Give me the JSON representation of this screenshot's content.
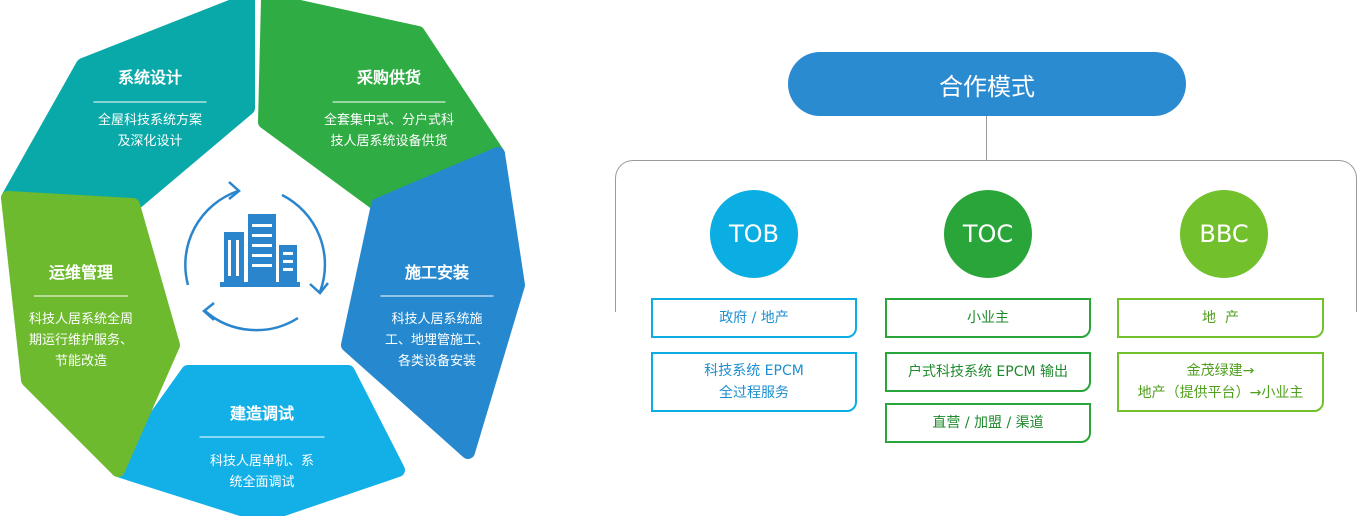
{
  "cycle": {
    "colors": {
      "design": "#08a9a8",
      "procurement": "#2fac44",
      "install": "#2689cf",
      "commission": "#13b0e8",
      "operation": "#6dba2e",
      "icon": "#2a85cc"
    },
    "segments": [
      {
        "title": "系统设计",
        "lines": [
          "全屋科技系统方案",
          "及深化设计"
        ]
      },
      {
        "title": "采购供货",
        "lines": [
          "全套集中式、分户式科",
          "技人居系统设备供货"
        ]
      },
      {
        "title": "施工安装",
        "lines": [
          "科技人居系统施",
          "工、地埋管施工、",
          "各类设备安装"
        ]
      },
      {
        "title": "建造调试",
        "lines": [
          "科技人居单机、系",
          "统全面调试"
        ]
      },
      {
        "title": "运维管理",
        "lines": [
          "科技人居系统全周",
          "期运行维护服务、",
          "节能改造"
        ]
      }
    ],
    "center_icon": "building-icon"
  },
  "model": {
    "title": "合作模式",
    "colors": {
      "pill": "#2b8bd0",
      "tob": "#0aaee3",
      "toc": "#2aa53a",
      "bbc": "#72c02c"
    },
    "columns": [
      {
        "name": "TOB",
        "boxes": [
          [
            "政府 / 地产"
          ],
          [
            "科技系统 EPCM",
            "全过程服务"
          ]
        ]
      },
      {
        "name": "TOC",
        "boxes": [
          [
            "小业主"
          ],
          [
            "户式科技系统 EPCM 输出"
          ],
          [
            "直营 / 加盟 / 渠道"
          ]
        ]
      },
      {
        "name": "BBC",
        "boxes": [
          [
            "地  产"
          ],
          [
            "金茂绿建→",
            "地产（提供平台）→小业主"
          ]
        ]
      }
    ]
  }
}
